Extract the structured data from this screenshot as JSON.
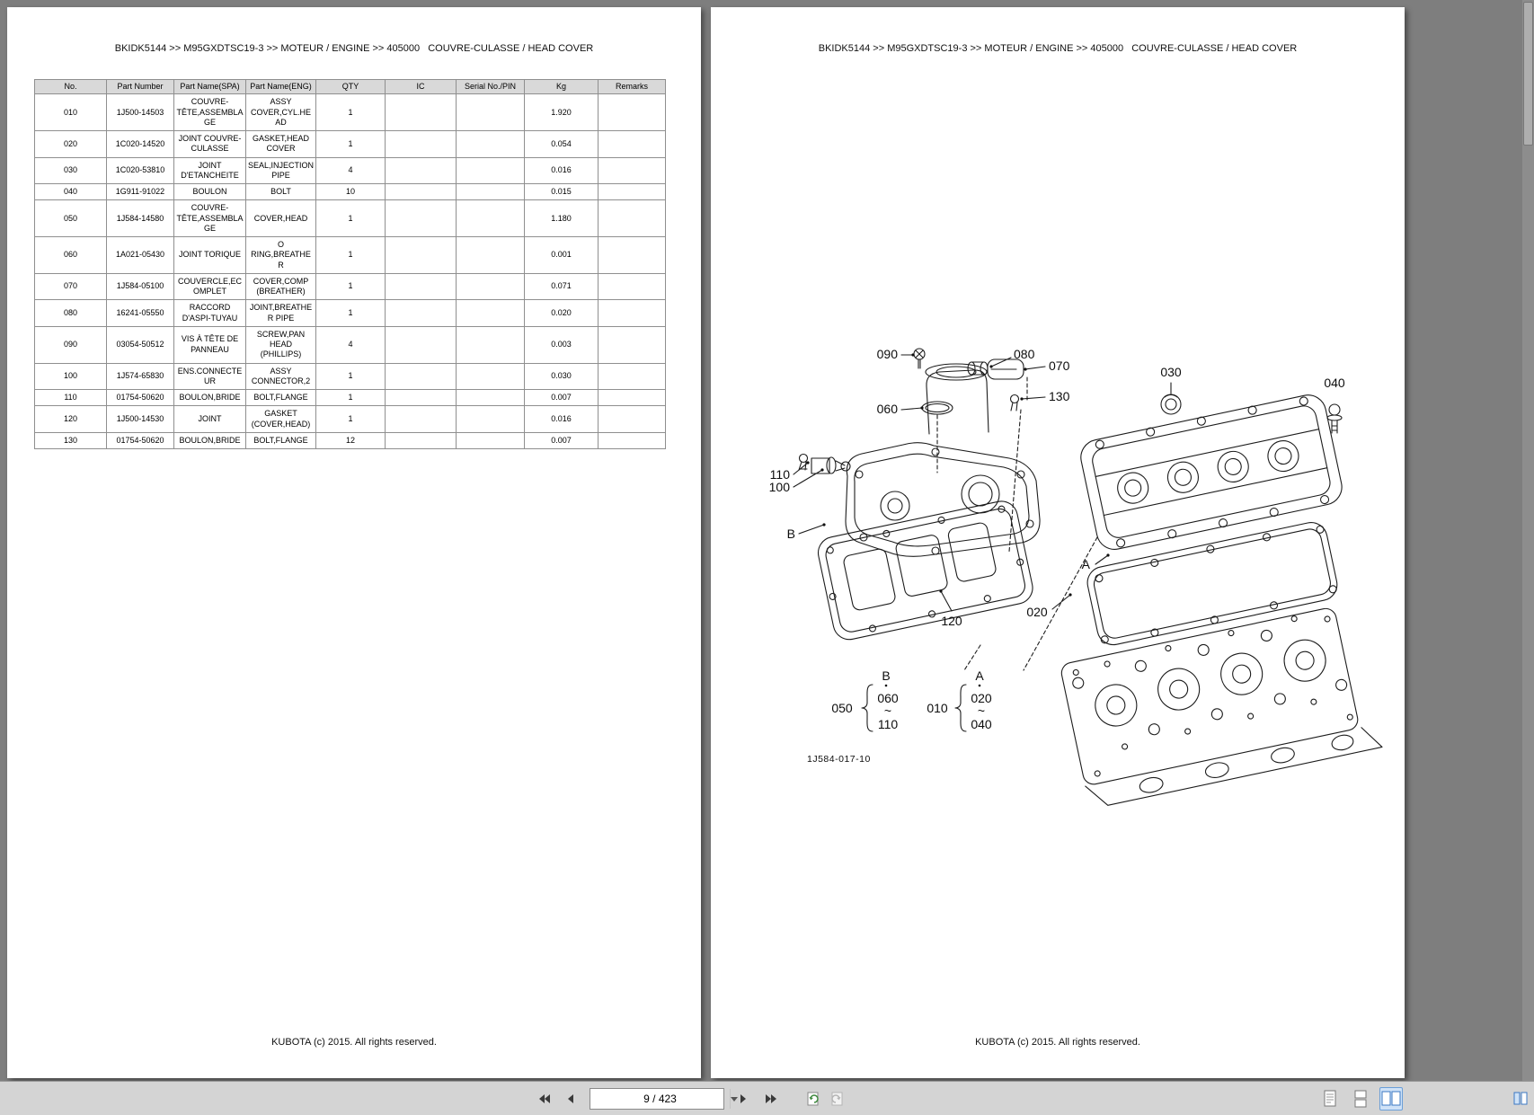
{
  "page_header": "BKIDK5144 >> M95GXDTSC19-3 >> MOTEUR / ENGINE >> 405000   COUVRE-CULASSE / HEAD COVER",
  "page_footer": "KUBOTA (c) 2015. All rights reserved.",
  "parts_table": {
    "columns": [
      "No.",
      "Part Number",
      "Part Name(SPA)",
      "Part Name(ENG)",
      "QTY",
      "IC",
      "Serial No./PIN",
      "Kg",
      "Remarks"
    ],
    "rows": [
      [
        "010",
        "1J500-14503",
        "COUVRE-TÊTE,ASSEMBLAGE",
        "ASSY COVER,CYL.HEAD",
        "1",
        "",
        "",
        "1.920",
        ""
      ],
      [
        "020",
        "1C020-14520",
        "JOINT COUVRE-CULASSE",
        "GASKET,HEAD COVER",
        "1",
        "",
        "",
        "0.054",
        ""
      ],
      [
        "030",
        "1C020-53810",
        "JOINT D'ETANCHEITE",
        "SEAL,INJECTION PIPE",
        "4",
        "",
        "",
        "0.016",
        ""
      ],
      [
        "040",
        "1G911-91022",
        "BOULON",
        "BOLT",
        "10",
        "",
        "",
        "0.015",
        ""
      ],
      [
        "050",
        "1J584-14580",
        "COUVRE-TÊTE,ASSEMBLAGE",
        "COVER,HEAD",
        "1",
        "",
        "",
        "1.180",
        ""
      ],
      [
        "060",
        "1A021-05430",
        "JOINT TORIQUE",
        "O RING,BREATHER",
        "1",
        "",
        "",
        "0.001",
        ""
      ],
      [
        "070",
        "1J584-05100",
        "COUVERCLE,ECOMPLET",
        "COVER,COMP (BREATHER)",
        "1",
        "",
        "",
        "0.071",
        ""
      ],
      [
        "080",
        "16241-05550",
        "RACCORD D'ASPI-TUYAU",
        "JOINT,BREATHER PIPE",
        "1",
        "",
        "",
        "0.020",
        ""
      ],
      [
        "090",
        "03054-50512",
        "VIS À TÊTE DE PANNEAU",
        "SCREW,PAN HEAD (PHILLIPS)",
        "4",
        "",
        "",
        "0.003",
        ""
      ],
      [
        "100",
        "1J574-65830",
        "ENS.CONNECTEUR",
        "ASSY CONNECTOR,2",
        "1",
        "",
        "",
        "0.030",
        ""
      ],
      [
        "110",
        "01754-50620",
        "BOULON,BRIDE",
        "BOLT,FLANGE",
        "1",
        "",
        "",
        "0.007",
        ""
      ],
      [
        "120",
        "1J500-14530",
        "JOINT",
        "GASKET (COVER,HEAD)",
        "1",
        "",
        "",
        "0.016",
        ""
      ],
      [
        "130",
        "01754-50620",
        "BOULON,BRIDE",
        "BOLT,FLANGE",
        "12",
        "",
        "",
        "0.007",
        ""
      ]
    ]
  },
  "diagram": {
    "labels": {
      "l090": "090",
      "l080": "080",
      "l070": "070",
      "l130": "130",
      "l060": "060",
      "l030": "030",
      "l040": "040",
      "l110": "110",
      "l100": "100",
      "lB": "B",
      "l120": "120",
      "l020": "020",
      "lA": "A"
    },
    "callouts": {
      "b_title": "B",
      "b_left": "050",
      "b_top": "060",
      "b_mid": "~",
      "b_bottom": "110",
      "a_title": "A",
      "a_left": "010",
      "a_top": "020",
      "a_mid": "~",
      "a_bottom": "040"
    },
    "figure_ref": "1J584-017-10"
  },
  "toolbar": {
    "page_indicator": "9 / 423"
  }
}
